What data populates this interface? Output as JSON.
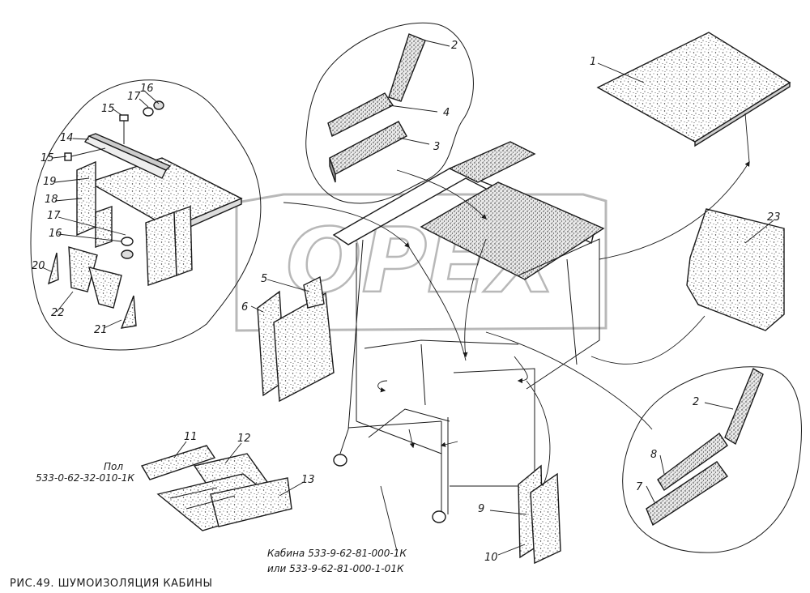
{
  "caption": "РИС.49. ШУМОИЗОЛЯЦИЯ КАБИНЫ",
  "watermark": "OPEX",
  "floor_note": {
    "line1": "Пол",
    "line2": "533-0-62-32-010-1К"
  },
  "cab_note": {
    "line1": "Кабина 533-9-62-81-000-1К",
    "line2": "или 533-9-62-81-000-1-01К"
  },
  "callouts": [
    {
      "id": "c1",
      "label": "1"
    },
    {
      "id": "c2a",
      "label": "2"
    },
    {
      "id": "c2b",
      "label": "2"
    },
    {
      "id": "c3",
      "label": "3"
    },
    {
      "id": "c4",
      "label": "4"
    },
    {
      "id": "c5",
      "label": "5"
    },
    {
      "id": "c6",
      "label": "6"
    },
    {
      "id": "c7",
      "label": "7"
    },
    {
      "id": "c8",
      "label": "8"
    },
    {
      "id": "c9",
      "label": "9"
    },
    {
      "id": "c10",
      "label": "10"
    },
    {
      "id": "c11",
      "label": "11"
    },
    {
      "id": "c12",
      "label": "12"
    },
    {
      "id": "c13",
      "label": "13"
    },
    {
      "id": "c14",
      "label": "14"
    },
    {
      "id": "c15a",
      "label": "15"
    },
    {
      "id": "c15b",
      "label": "15"
    },
    {
      "id": "c16a",
      "label": "16"
    },
    {
      "id": "c16b",
      "label": "16"
    },
    {
      "id": "c17a",
      "label": "17"
    },
    {
      "id": "c17b",
      "label": "17"
    },
    {
      "id": "c18",
      "label": "18"
    },
    {
      "id": "c19",
      "label": "19"
    },
    {
      "id": "c20",
      "label": "20"
    },
    {
      "id": "c21",
      "label": "21"
    },
    {
      "id": "c22",
      "label": "22"
    },
    {
      "id": "c23",
      "label": "23"
    }
  ]
}
